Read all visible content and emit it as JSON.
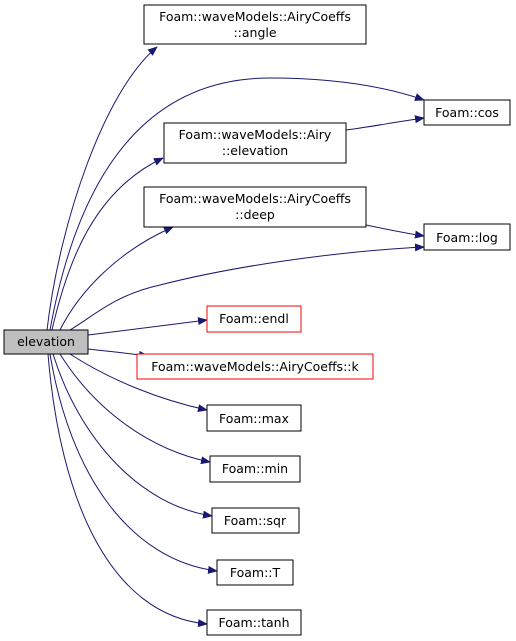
{
  "colors": {
    "edge": "#191970",
    "node_border": "#000000",
    "node_border_incomplete": "#ff0000",
    "root_fill": "#bfbfbf",
    "node_fill": "#ffffff"
  },
  "diagram": {
    "root": {
      "id": "elevation",
      "label": "elevation"
    },
    "nodes": [
      {
        "id": "airycoeffs-angle",
        "lines": [
          "Foam::waveModels::AiryCoeffs",
          "::angle"
        ],
        "incomplete": false
      },
      {
        "id": "cos",
        "lines": [
          "Foam::cos"
        ],
        "incomplete": false
      },
      {
        "id": "airy-elevation",
        "lines": [
          "Foam::waveModels::Airy",
          "::elevation"
        ],
        "incomplete": false
      },
      {
        "id": "airycoeffs-deep",
        "lines": [
          "Foam::waveModels::AiryCoeffs",
          "::deep"
        ],
        "incomplete": false
      },
      {
        "id": "log",
        "lines": [
          "Foam::log"
        ],
        "incomplete": false
      },
      {
        "id": "endl",
        "lines": [
          "Foam::endl"
        ],
        "incomplete": true
      },
      {
        "id": "airycoeffs-k",
        "lines": [
          "Foam::waveModels::AiryCoeffs::k"
        ],
        "incomplete": true
      },
      {
        "id": "max",
        "lines": [
          "Foam::max"
        ],
        "incomplete": false
      },
      {
        "id": "min",
        "lines": [
          "Foam::min"
        ],
        "incomplete": false
      },
      {
        "id": "sqr",
        "lines": [
          "Foam::sqr"
        ],
        "incomplete": false
      },
      {
        "id": "T",
        "lines": [
          "Foam::T"
        ],
        "incomplete": false
      },
      {
        "id": "tanh",
        "lines": [
          "Foam::tanh"
        ],
        "incomplete": false
      }
    ],
    "edges": [
      {
        "from": "elevation",
        "to": "airycoeffs-angle"
      },
      {
        "from": "elevation",
        "to": "cos"
      },
      {
        "from": "elevation",
        "to": "airy-elevation"
      },
      {
        "from": "elevation",
        "to": "airycoeffs-deep"
      },
      {
        "from": "elevation",
        "to": "log"
      },
      {
        "from": "elevation",
        "to": "endl"
      },
      {
        "from": "elevation",
        "to": "airycoeffs-k"
      },
      {
        "from": "elevation",
        "to": "max"
      },
      {
        "from": "elevation",
        "to": "min"
      },
      {
        "from": "elevation",
        "to": "sqr"
      },
      {
        "from": "elevation",
        "to": "T"
      },
      {
        "from": "elevation",
        "to": "tanh"
      },
      {
        "from": "airy-elevation",
        "to": "cos"
      },
      {
        "from": "airycoeffs-deep",
        "to": "log"
      }
    ]
  }
}
